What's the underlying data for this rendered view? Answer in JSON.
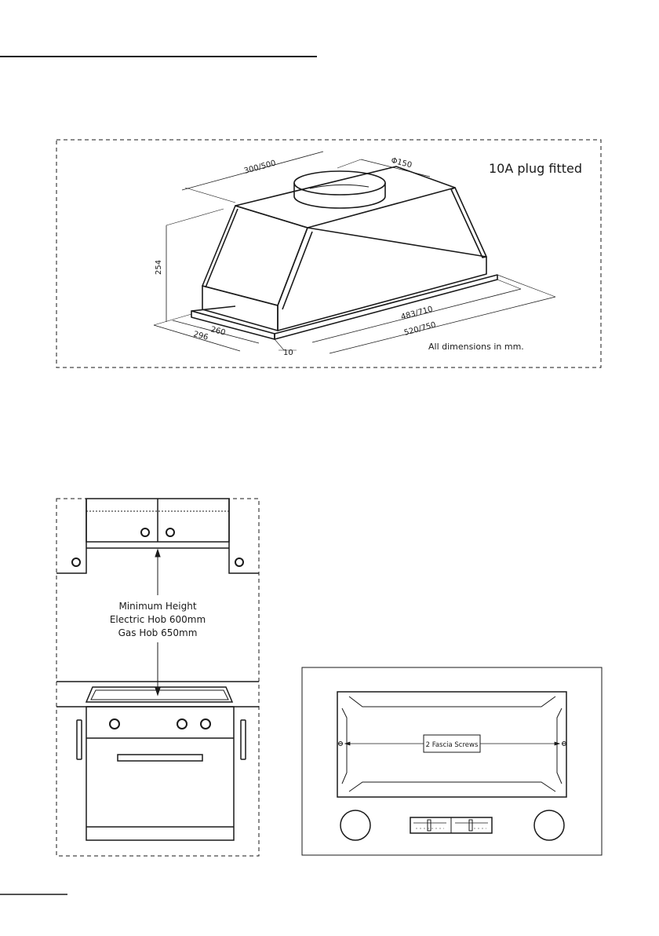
{
  "hood_diagram": {
    "plug_note": "10A plug fitted",
    "units_note": "All dimensions in mm.",
    "dims": {
      "depth_top": "300/500",
      "duct": "Φ150",
      "height": "254",
      "depth_260": "260",
      "depth_296": "296",
      "lip": "10",
      "width_inner": "483/710",
      "width_outer": "520/750"
    }
  },
  "install_diagram": {
    "min_height_title": "Minimum Height",
    "electric_hob": "Electric Hob 600mm",
    "gas_hob": "Gas Hob 650mm"
  },
  "fascia_diagram": {
    "screws_label": "2 Fascia Screws"
  },
  "colors": {
    "line": "#1a1a1a",
    "page": "#ffffff"
  }
}
